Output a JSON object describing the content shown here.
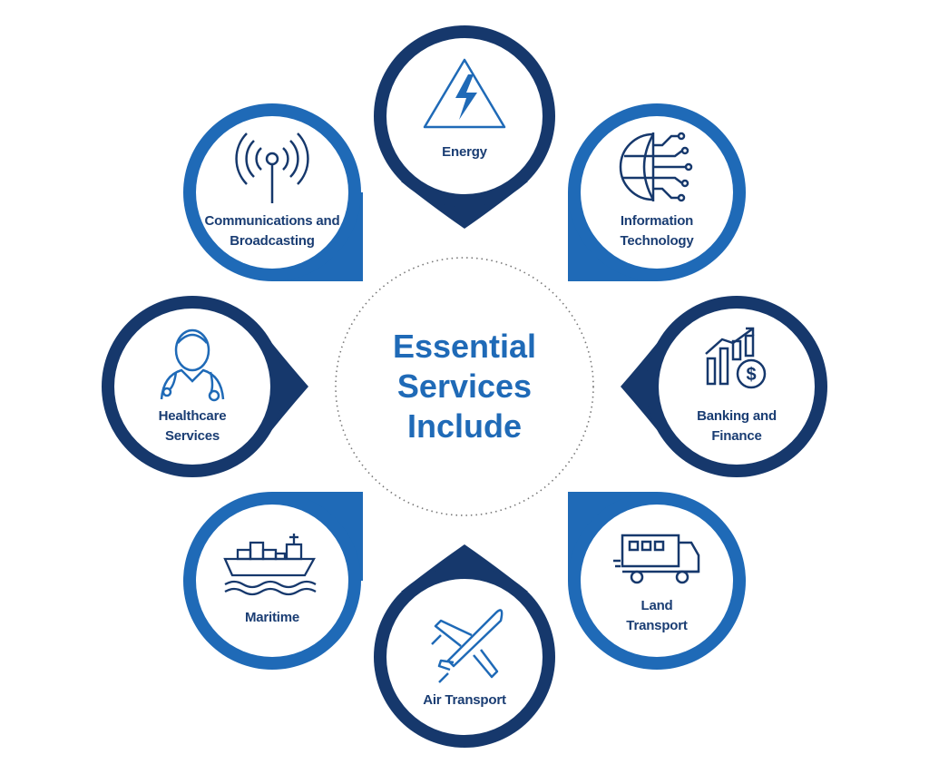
{
  "center": {
    "line1": "Essential",
    "line2": "Services",
    "line3": "Include"
  },
  "services": [
    {
      "key": "energy",
      "line1": "Energy",
      "line2": "",
      "icon": "lightning-icon"
    },
    {
      "key": "it",
      "line1": "Information",
      "line2": "Technology",
      "icon": "globe-circuit-icon"
    },
    {
      "key": "banking",
      "line1": "Banking and",
      "line2": "Finance",
      "icon": "chart-dollar-icon"
    },
    {
      "key": "land",
      "line1": "Land",
      "line2": "Transport",
      "icon": "truck-icon"
    },
    {
      "key": "air",
      "line1": "Air Transport",
      "line2": "",
      "icon": "airplane-icon"
    },
    {
      "key": "maritime",
      "line1": "Maritime",
      "line2": "",
      "icon": "cargo-ship-icon"
    },
    {
      "key": "healthcare",
      "line1": "Healthcare",
      "line2": "Services",
      "icon": "doctor-icon"
    },
    {
      "key": "comms",
      "line1": "Communications and",
      "line2": "Broadcasting",
      "icon": "antenna-icon"
    }
  ],
  "colors": {
    "dark": "#16386c",
    "light": "#1f6ab7",
    "text": "#1a3d73"
  }
}
